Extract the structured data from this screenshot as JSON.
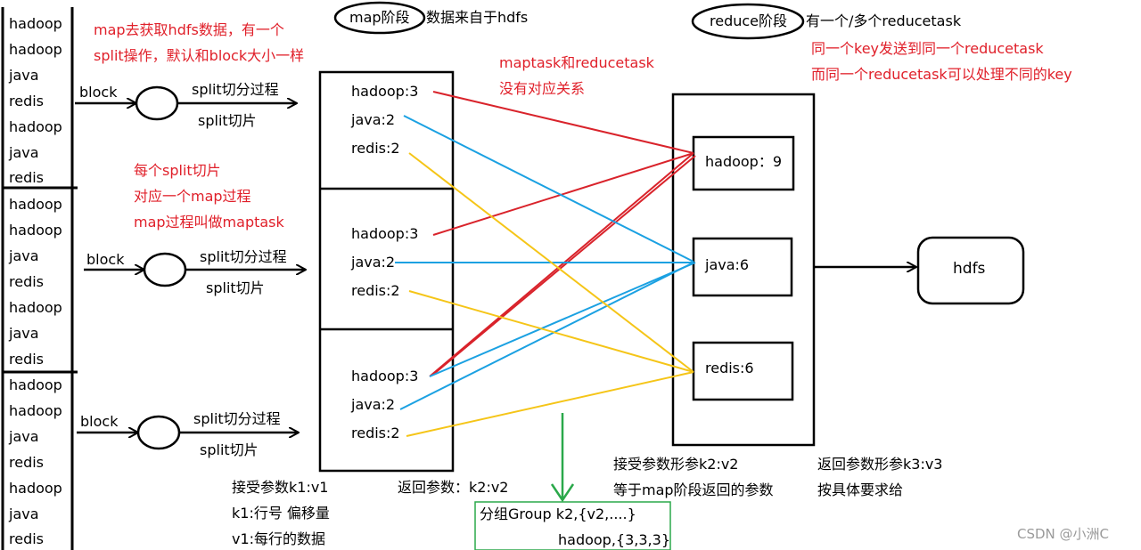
{
  "input_blocks": [
    [
      "hadoop",
      "hadoop",
      "java",
      "redis",
      "hadoop",
      "java",
      "redis"
    ],
    [
      "hadoop",
      "hadoop",
      "java",
      "redis",
      "hadoop",
      "java",
      "redis"
    ],
    [
      "hadoop",
      "hadoop",
      "java",
      "redis",
      "hadoop",
      "java",
      "redis"
    ]
  ],
  "block_label": "block",
  "split_process": "split切分过程",
  "split_slice": "split切片",
  "map_partitions": [
    [
      "hadoop:3",
      "java:2",
      "redis:2"
    ],
    [
      "hadoop:3",
      "java:2",
      "redis:2"
    ],
    [
      "hadoop:3",
      "java:2",
      "redis:2"
    ]
  ],
  "reduce_outputs": [
    "hadoop：9",
    "java:6",
    "redis:6"
  ],
  "hdfs_label": "hdfs",
  "map_stage": {
    "oval": "map阶段",
    "note": "数据来自于hdfs"
  },
  "reduce_stage": {
    "oval": "reduce阶段",
    "note": "有一个/多个reducetask"
  },
  "red_notes": {
    "map_fetch": [
      "map去获取hdfs数据，有一个",
      "split操作，默认和block大小一样"
    ],
    "split_map": [
      "每个split切片",
      "对应一个map过程",
      "map过程叫做maptask"
    ],
    "no_relation": [
      "maptask和reducetask",
      "没有对应关系"
    ],
    "reduce_key": [
      "同一个key发送到同一个reducetask",
      "而同一个reducetask可以处理不同的key"
    ]
  },
  "bottom_notes": {
    "map_input": [
      "接受参数k1:v1",
      "k1:行号 偏移量",
      "v1:每行的数据"
    ],
    "map_return": "返回参数：k2:v2",
    "group": [
      "分组Group k2,{v2,....}",
      "hadoop,{3,3,3}"
    ],
    "reduce_input": [
      "接受参数形参k2:v2",
      "等于map阶段返回的参数"
    ],
    "reduce_return": [
      "返回参数形参k3:v3",
      "按具体要求给"
    ]
  },
  "watermark": "CSDN @小洲C",
  "colors": {
    "hadoop": "#d9232b",
    "java": "#1ba1e2",
    "redis": "#f5c518",
    "group": "#2aa84a",
    "note": "#e0202a"
  }
}
